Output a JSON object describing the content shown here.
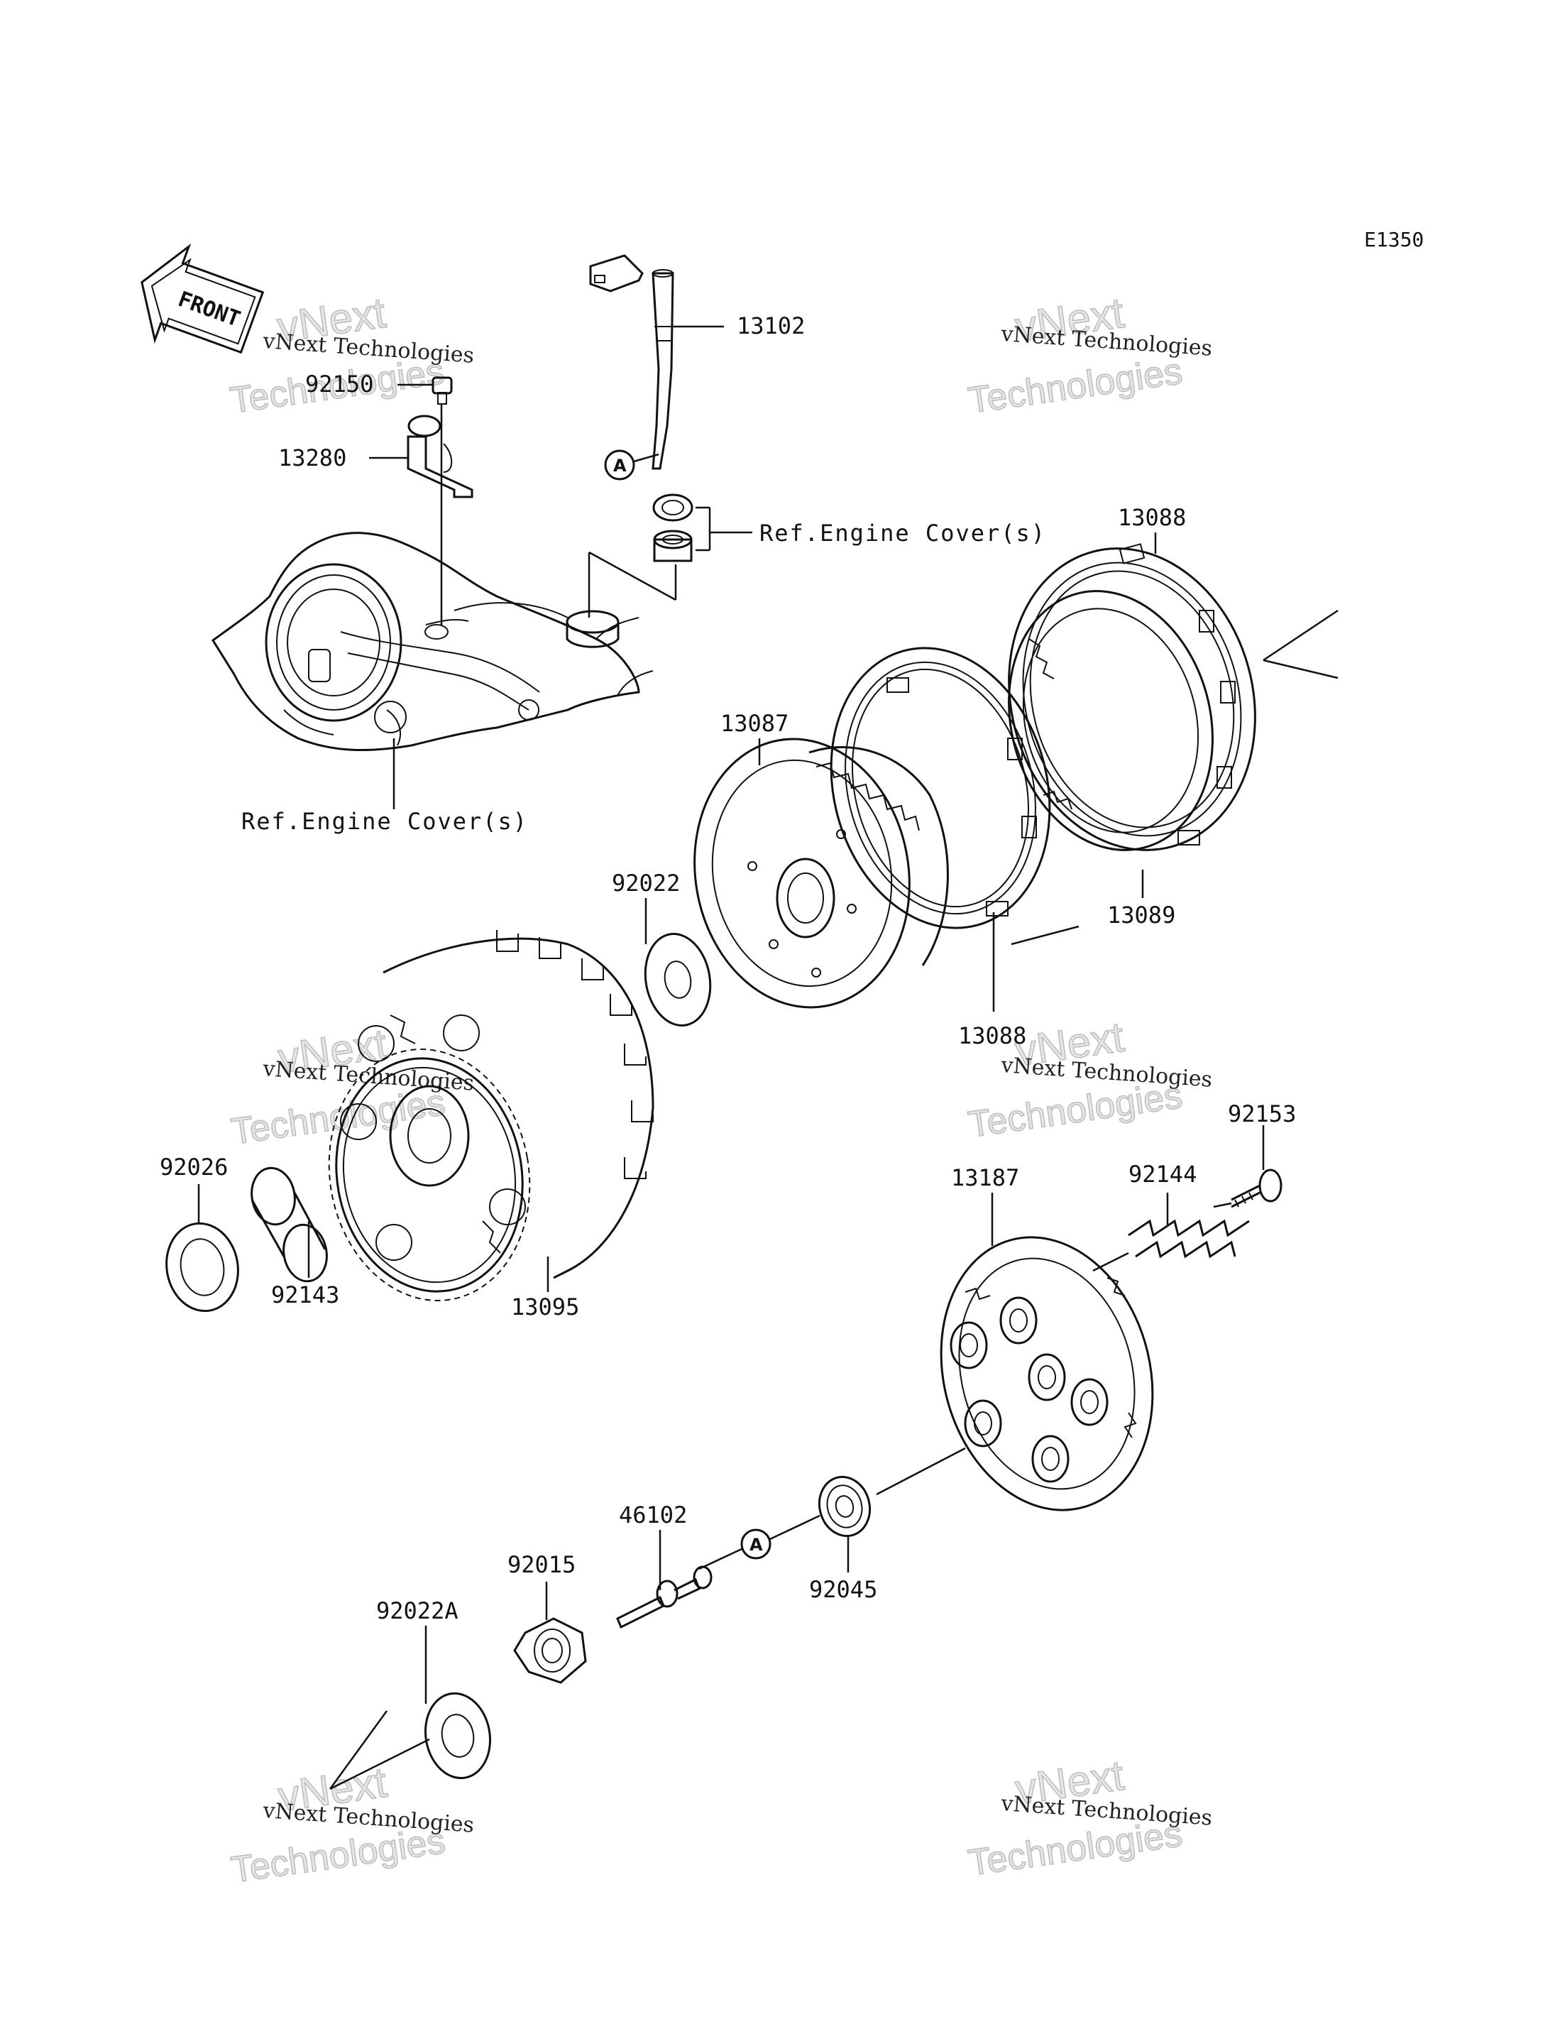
{
  "diagram_code": "E1350",
  "front_label": "FRONT",
  "ref_engine_cover_1": "Ref.Engine Cover(s)",
  "ref_engine_cover_2": "Ref.Engine Cover(s)",
  "ref_mark_a": "A",
  "parts": {
    "p13102": "13102",
    "p92150": "92150",
    "p13280": "13280",
    "p13088_top": "13088",
    "p13087": "13087",
    "p92022": "92022",
    "p13089": "13089",
    "p13088_bottom": "13088",
    "p92153": "92153",
    "p92144": "92144",
    "p13187": "13187",
    "p92026": "92026",
    "p92143": "92143",
    "p13095": "13095",
    "p46102": "46102",
    "p92015": "92015",
    "p92045": "92045",
    "p92022a": "92022A"
  },
  "watermark": {
    "line1": "vNext Technologies",
    "line2": "vNext",
    "line3": "Technologies"
  }
}
